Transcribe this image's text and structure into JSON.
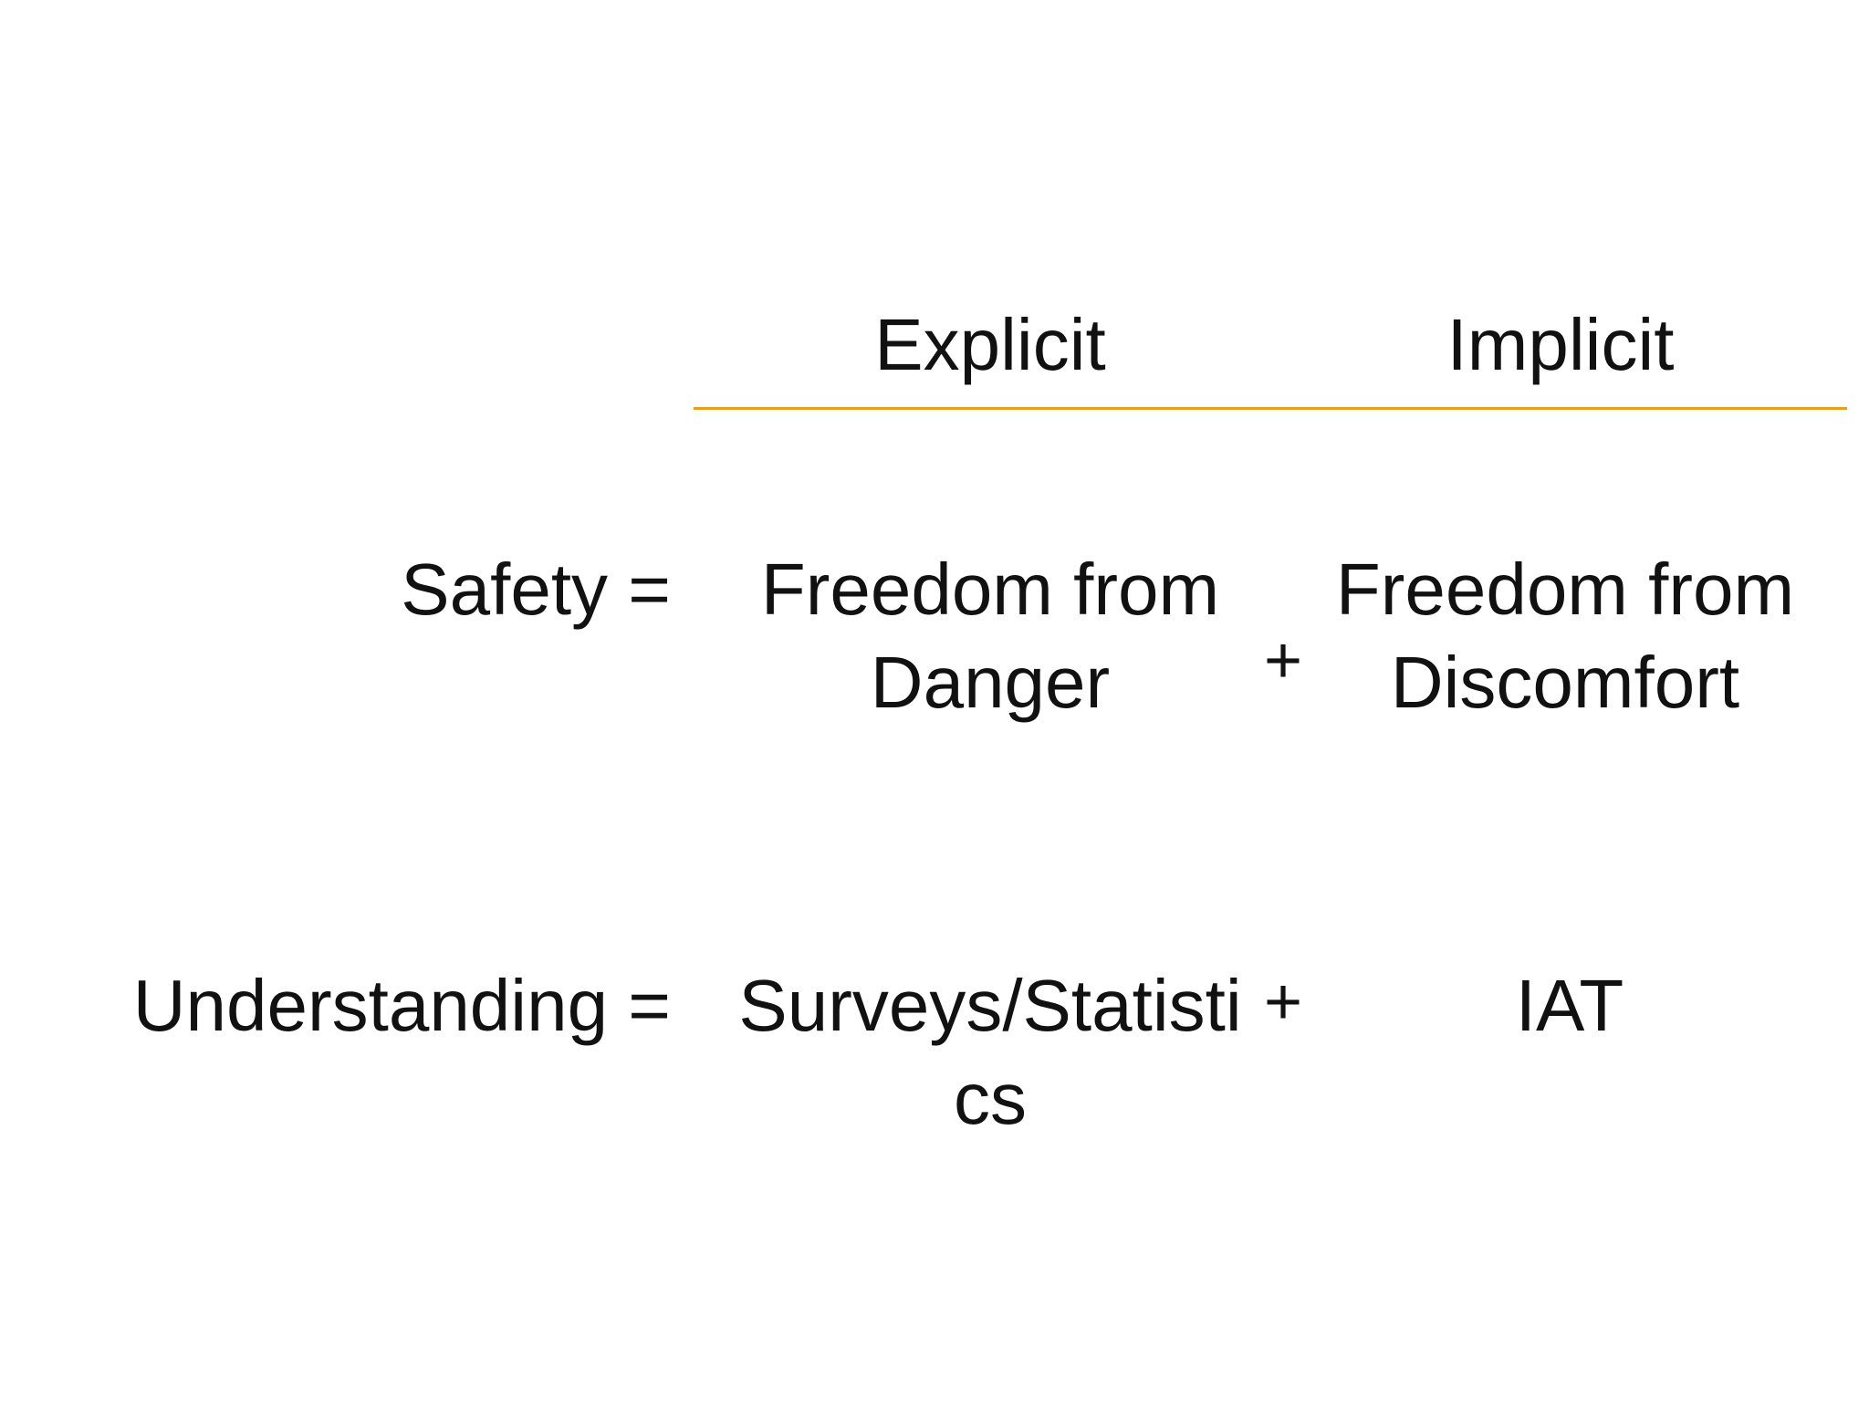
{
  "columns": {
    "explicit": "Explicit",
    "implicit": "Implicit"
  },
  "rows": [
    {
      "label": "Safety =",
      "explicit": [
        "Freedom from",
        "Danger"
      ],
      "operator": "+",
      "implicit": [
        "Freedom from",
        "Discomfort"
      ]
    },
    {
      "label": "Understanding =",
      "explicit": [
        "Surveys/Statisti",
        "cs"
      ],
      "operator": "+",
      "implicit": [
        "IAT"
      ]
    }
  ],
  "colors": {
    "rule": "#e8a020",
    "text": "#111111",
    "background": "#ffffff"
  }
}
